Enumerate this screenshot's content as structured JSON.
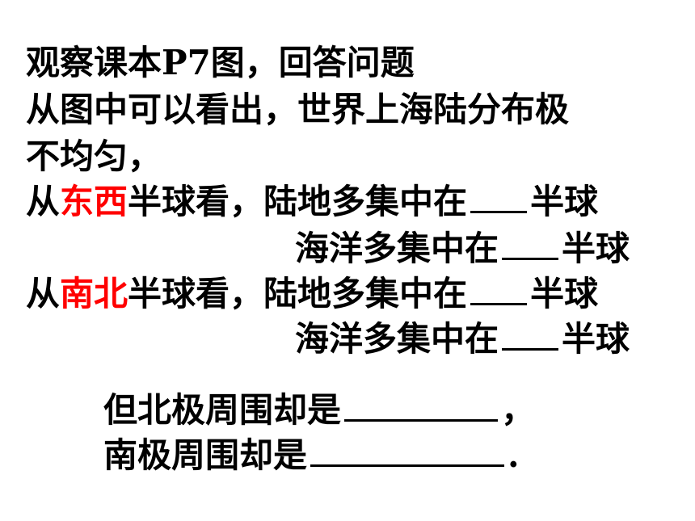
{
  "title": "观察课本P7图，回答问题",
  "intro_line1": "从图中可以看出，世界上海陆分布极",
  "intro_line2": "不均匀，",
  "ew": {
    "prefix": "从",
    "highlight": "东西",
    "suffix": "半球看，",
    "land_text": "陆地多集中在",
    "land_tail": "半球",
    "ocean_text": "海洋多集中在",
    "ocean_tail": "半球"
  },
  "ns": {
    "prefix": "从",
    "highlight": "南北",
    "suffix": "半球看，",
    "land_text": "陆地多集中在",
    "land_tail": "半球",
    "ocean_text": "海洋多集中在",
    "ocean_tail": "半球"
  },
  "north_pole": {
    "text": "但北极周围却是",
    "tail": "，"
  },
  "south_pole": {
    "text": "南极周围却是",
    "tail": "."
  },
  "colors": {
    "highlight": "#ff0000",
    "text": "#000000"
  }
}
